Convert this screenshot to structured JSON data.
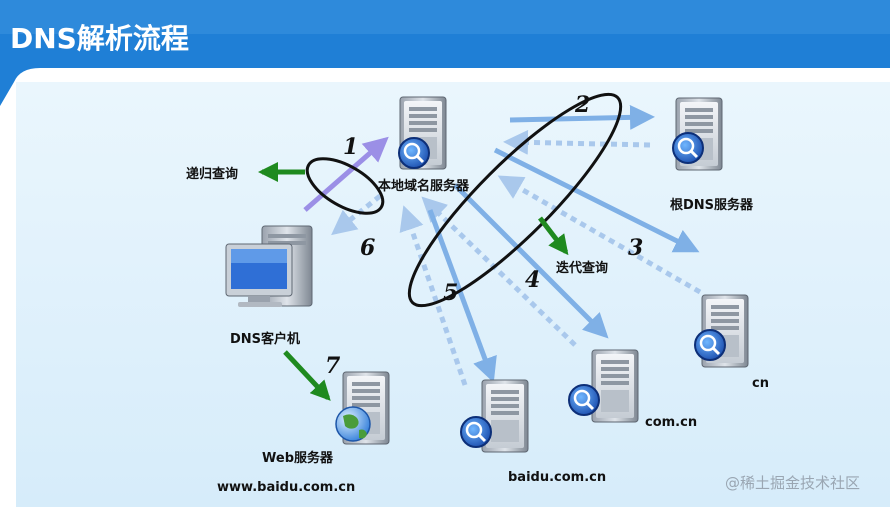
{
  "title": "DNS解析流程",
  "labels": {
    "recursive": "递归查询",
    "iterative": "迭代查询",
    "local_dns": "本地域名服务器",
    "root_dns": "根DNS服务器",
    "dns_client": "DNS客户机",
    "web_server": "Web服务器",
    "web_domain": "www.baidu.com.cn",
    "cn": "cn",
    "com_cn": "com.cn",
    "baidu": "baidu.com.cn"
  },
  "steps": [
    "1",
    "2",
    "3",
    "4",
    "5",
    "6",
    "7"
  ],
  "watermark": "@稀土掘金技术社区",
  "colors": {
    "header_blue": "#1f7fd6",
    "panel_bg": "#dff0fb",
    "arrow_solid": "#7fb0e6",
    "arrow_dotted": "#a9c8ec",
    "arrow_purple": "#9b8fe6",
    "green": "#1f8a1f"
  }
}
